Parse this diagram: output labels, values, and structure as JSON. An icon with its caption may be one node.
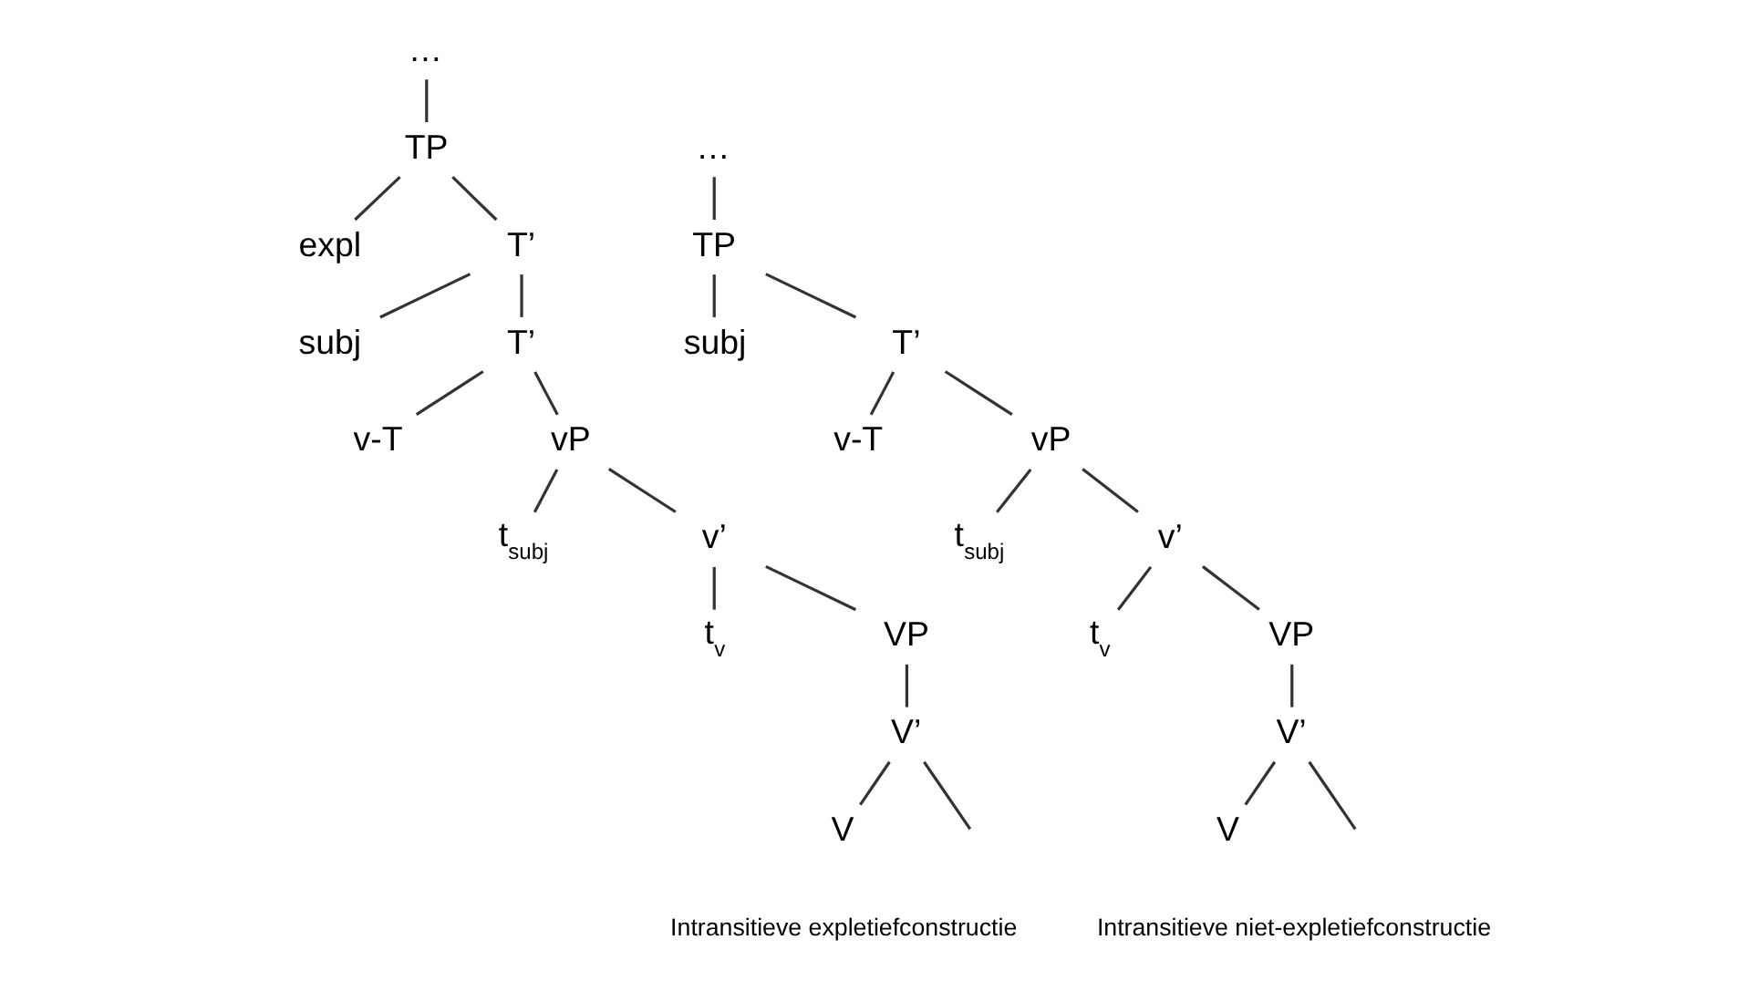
{
  "diagram": {
    "nodes": [
      {
        "text": [
          "…"
        ]
      },
      {
        "text": [
          "TP"
        ]
      },
      {
        "text": [
          "expl"
        ]
      },
      {
        "text": [
          "T’"
        ]
      },
      {
        "text": [
          "subj"
        ]
      },
      {
        "text": [
          "T’"
        ]
      },
      {
        "text": [
          "v-T"
        ]
      },
      {
        "text": [
          "vP"
        ]
      },
      {
        "text": [
          "t$_{subj}$"
        ]
      },
      {
        "text": [
          "v’"
        ]
      },
      {
        "text": [
          "t$_{v}$"
        ]
      },
      {
        "text": [
          "VP"
        ]
      },
      {
        "text": [
          "V’"
        ]
      },
      {
        "text": [
          "V"
        ]
      },
      {
        "text": [
          "…"
        ]
      },
      {
        "text": [
          "TP"
        ]
      },
      {
        "text": [
          "subj"
        ]
      },
      {
        "text": [
          "T’"
        ]
      },
      {
        "text": [
          "v-T"
        ]
      },
      {
        "text": [
          "vP"
        ]
      },
      {
        "text": [
          "t$_{subj}$"
        ]
      },
      {
        "text": [
          "v’"
        ]
      },
      {
        "text": [
          "t$_{v}$"
        ]
      },
      {
        "text": [
          "VP"
        ]
      },
      {
        "text": [
          "V’"
        ]
      },
      {
        "text": [
          "V"
        ]
      }
    ],
    "edges": [
      {
        "from": 0,
        "to": 1,
        "arrow": "none"
      },
      {
        "from": 1,
        "to": 2,
        "arrow": "none"
      },
      {
        "from": 1,
        "to": 3,
        "arrow": "none"
      },
      {
        "from": 3,
        "to": 4,
        "arrow": "none"
      },
      {
        "from": 3,
        "to": 5,
        "arrow": "none"
      },
      {
        "from": 5,
        "to": 6,
        "arrow": "none"
      },
      {
        "from": 5,
        "to": 7,
        "arrow": "none"
      },
      {
        "from": 7,
        "to": 8,
        "arrow": "none"
      },
      {
        "from": 7,
        "to": 9,
        "arrow": "none"
      },
      {
        "from": 9,
        "to": 10,
        "arrow": "none"
      },
      {
        "from": 9,
        "to": 11,
        "arrow": "none"
      },
      {
        "from": 11,
        "to": 12,
        "arrow": "none"
      },
      {
        "from": 12,
        "to": 13,
        "arrow": "none"
      },
      {
        "from": 12,
        "to": null,
        "arrow": "none"
      },
      {
        "from": 14,
        "to": 15,
        "arrow": "none"
      },
      {
        "from": 15,
        "to": 16,
        "arrow": "none"
      },
      {
        "from": 15,
        "to": 17,
        "arrow": "none"
      },
      {
        "from": 17,
        "to": 18,
        "arrow": "none"
      },
      {
        "from": 17,
        "to": 19,
        "arrow": "none"
      },
      {
        "from": 19,
        "to": 20,
        "arrow": "none"
      },
      {
        "from": 19,
        "to": 21,
        "arrow": "none"
      },
      {
        "from": 21,
        "to": 22,
        "arrow": "none"
      },
      {
        "from": 21,
        "to": 23,
        "arrow": "none"
      },
      {
        "from": 23,
        "to": 24,
        "arrow": "none"
      },
      {
        "from": 24,
        "to": 25,
        "arrow": "none"
      },
      {
        "from": 24,
        "to": null,
        "arrow": "none"
      }
    ],
    "labels": [
      "Intransitieve expletiefconstructie",
      "Intransitieve niet-expletiefconstructie"
    ]
  }
}
